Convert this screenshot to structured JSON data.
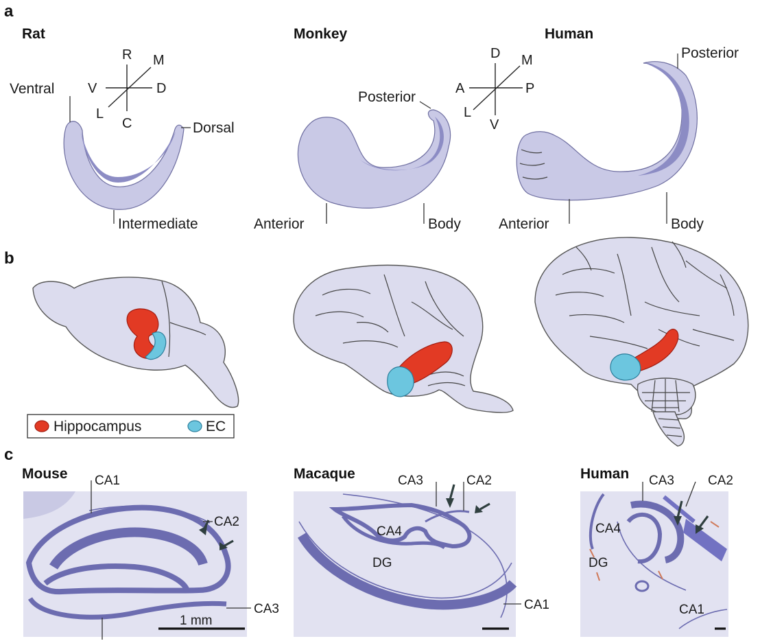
{
  "panels": {
    "a": {
      "letter": "a",
      "rat": {
        "title": "Rat",
        "labels": {
          "ventral": "Ventral",
          "dorsal": "Dorsal",
          "intermediate": "Intermediate"
        },
        "axes": {
          "up": "R",
          "down": "C",
          "left": "V",
          "right": "D",
          "diag_up": "M",
          "diag_down": "L"
        }
      },
      "monkey": {
        "title": "Monkey",
        "labels": {
          "posterior": "Posterior",
          "anterior": "Anterior",
          "body": "Body"
        }
      },
      "human": {
        "title": "Human",
        "labels": {
          "posterior": "Posterior",
          "anterior": "Anterior",
          "body": "Body"
        },
        "axes": {
          "up": "D",
          "down": "V",
          "left": "A",
          "right": "P",
          "diag_up": "M",
          "diag_down": "L"
        }
      }
    },
    "b": {
      "letter": "b",
      "legend": {
        "hippocampus": "Hippocampus",
        "ec": "EC"
      },
      "colors": {
        "hippocampus": "#e23a24",
        "ec": "#6cc6df"
      }
    },
    "c": {
      "letter": "c",
      "mouse": {
        "title": "Mouse",
        "labels": {
          "ca1": "CA1",
          "ca2": "CA2",
          "ca3": "CA3"
        },
        "scale": "1 mm"
      },
      "macaque": {
        "title": "Macaque",
        "labels": {
          "ca3": "CA3",
          "ca2": "CA2",
          "ca4": "CA4",
          "dg": "DG",
          "ca1": "CA1"
        }
      },
      "human": {
        "title": "Human",
        "labels": {
          "ca3": "CA3",
          "ca2": "CA2",
          "ca4": "CA4",
          "dg": "DG",
          "ca1": "CA1"
        }
      }
    }
  }
}
